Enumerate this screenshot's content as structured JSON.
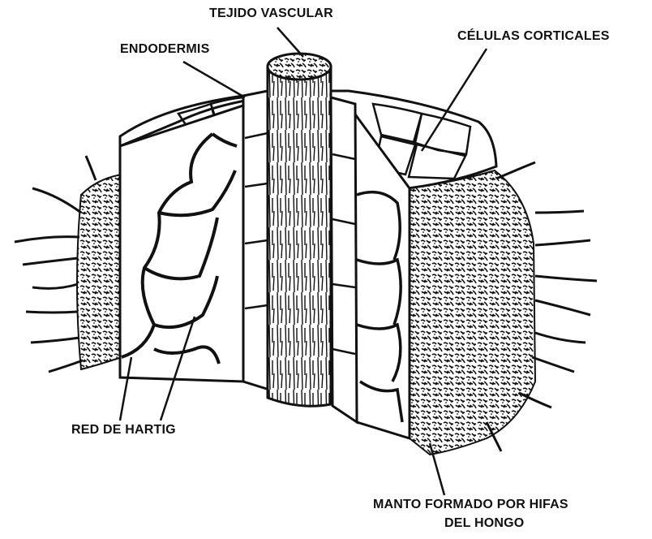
{
  "labels": {
    "vascular": "TEJIDO VASCULAR",
    "endodermis": "ENDODERMIS",
    "corticales": "CÉLULAS CORTICALES",
    "hartig": "RED DE HARTIG",
    "manto_line1": "MANTO FORMADO POR HIFAS",
    "manto_line2": "DEL HONGO"
  },
  "colors": {
    "ink": "#111111",
    "paper": "#ffffff"
  }
}
